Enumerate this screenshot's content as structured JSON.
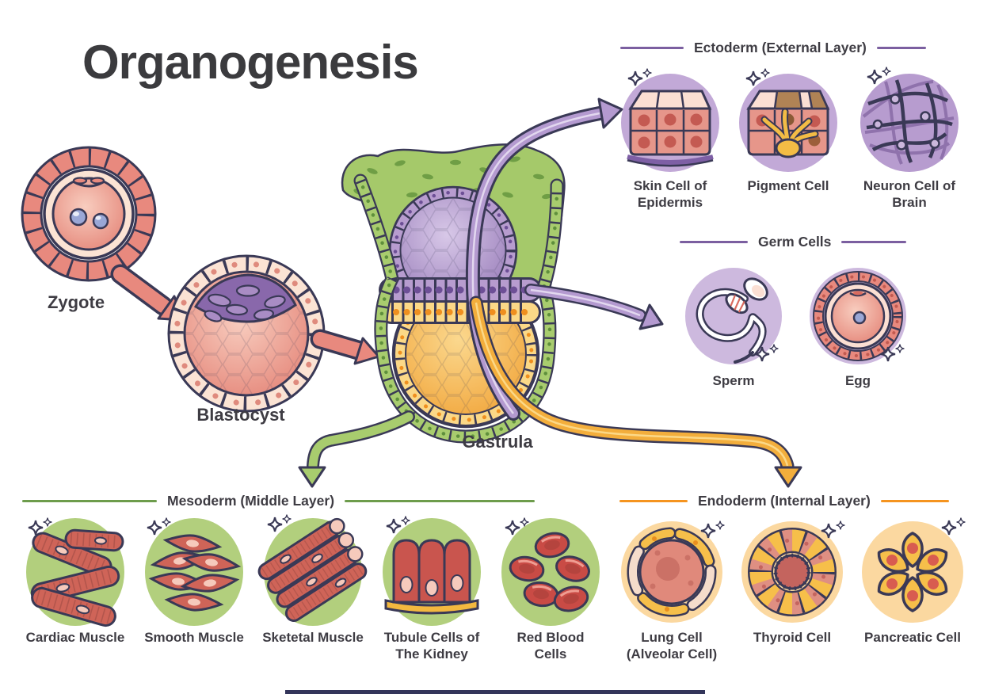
{
  "title": "Organogenesis",
  "stages": {
    "zygote": "Zygote",
    "blastocyst": "Blastocyst",
    "gastrula": "Gastrula"
  },
  "colors": {
    "text": "#3e3c43",
    "outline_navy": "#3a3956",
    "salmon": "#e8897e",
    "purple_accent": "#7b5fa0",
    "purple_circle_bg": "#c2a9d7",
    "green_accent": "#6d9c4c",
    "green_circle_bg": "#b2cf7d",
    "orange_accent": "#f5941f",
    "orange_circle_bg": "#fbd8a0"
  },
  "ectoderm": {
    "title": "Ectoderm (External Layer)",
    "cells": [
      "Skin Cell of Epidermis",
      "Pigment Cell",
      "Neuron Cell of Brain"
    ]
  },
  "germ": {
    "title": "Germ Cells",
    "cells": [
      "Sperm",
      "Egg"
    ]
  },
  "mesoderm": {
    "title": "Mesoderm (Middle Layer)",
    "cells": [
      "Cardiac Muscle",
      "Smooth Muscle",
      "Sketetal Muscle",
      "Tubule Cells of The Kidney",
      "Red Blood Cells"
    ]
  },
  "endoderm": {
    "title": "Endoderm (Internal Layer)",
    "cells": [
      "Lung Cell (Alveolar Cell)",
      "Thyroid Cell",
      "Pancreatic Cell"
    ]
  }
}
